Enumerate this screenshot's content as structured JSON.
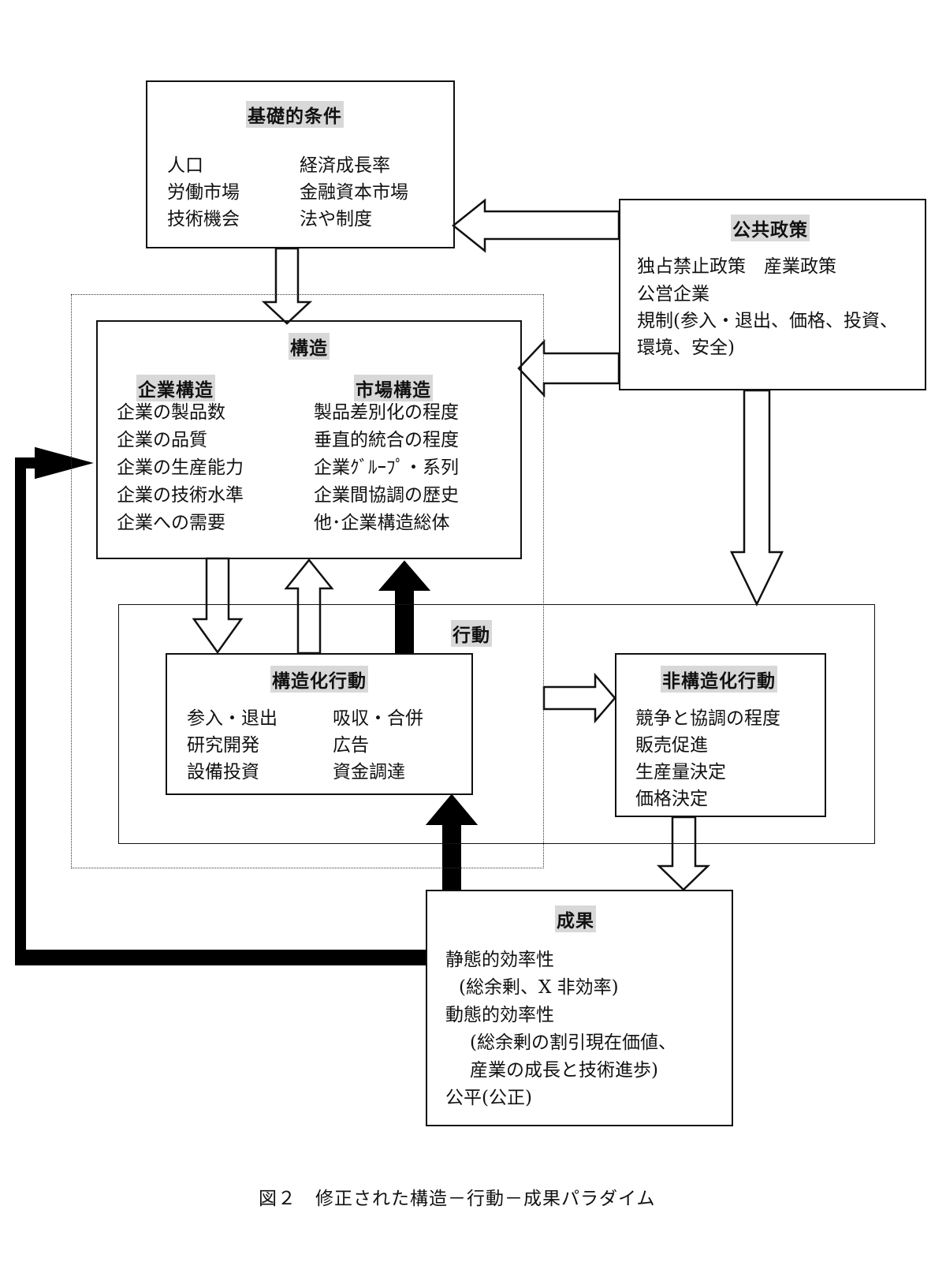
{
  "basic": {
    "title": "基礎的条件",
    "left": [
      "人口",
      "労働市場",
      "技術機会"
    ],
    "right": [
      "経済成長率",
      "金融資本市場",
      "法や制度"
    ]
  },
  "policy": {
    "title": "公共政策",
    "lines": [
      "独占禁止政策　産業政策",
      "公営企業",
      "規制(参入・退出、価格、投資、",
      "環境、安全)"
    ]
  },
  "structure": {
    "title": "構造",
    "firm_title": "企業構造",
    "firm_items": [
      "企業の製品数",
      "企業の品質",
      "企業の生産能力",
      "企業の技術水準",
      "企業への需要"
    ],
    "market_title": "市場構造",
    "market_items": [
      "製品差別化の程度",
      "垂直的統合の程度",
      "企業ｸﾞﾙｰﾌﾟ・系列",
      "企業間協調の歴史",
      "他･企業構造総体"
    ]
  },
  "conduct": {
    "title": "行動",
    "structuring": {
      "title": "構造化行動",
      "left": [
        "参入・退出",
        "研究開発",
        "設備投資"
      ],
      "right": [
        "吸収・合併",
        "広告",
        "資金調達"
      ]
    },
    "nonstructuring": {
      "title": "非構造化行動",
      "items": [
        "競争と協調の程度",
        "販売促進",
        "生産量決定",
        "価格決定"
      ]
    }
  },
  "performance": {
    "title": "成果",
    "lines": [
      "静態的効率性",
      "(総余剰、X 非効率)",
      "動態的効率性",
      "(総余剰の割引現在価値、",
      "産業の成長と技術進歩)",
      "公平(公正)"
    ]
  },
  "caption": "図２　修正された構造－行動－成果パラダイム"
}
